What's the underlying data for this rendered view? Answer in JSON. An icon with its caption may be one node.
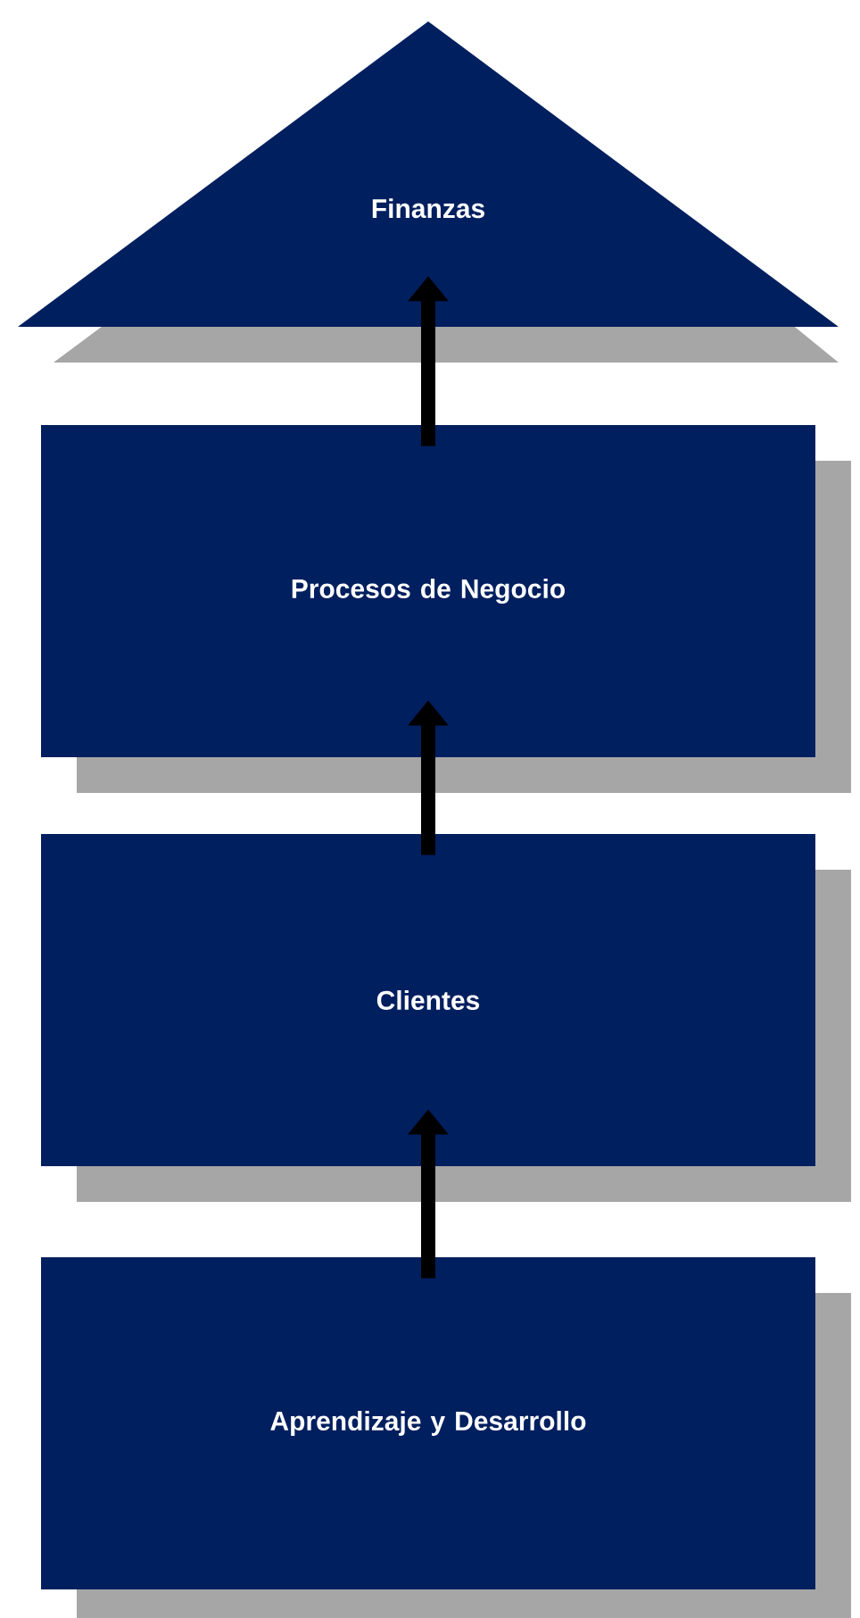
{
  "diagram": {
    "nodes": [
      {
        "text": [
          "Finanzas"
        ]
      },
      {
        "text": [
          "Procesos de Negocio"
        ]
      },
      {
        "text": [
          "Clientes"
        ]
      },
      {
        "text": [
          "Aprendizaje y Desarrollo"
        ]
      }
    ],
    "edges": [
      {
        "from": 1,
        "to": 0,
        "arrow": "to"
      },
      {
        "from": 2,
        "to": 1,
        "arrow": "to"
      },
      {
        "from": 3,
        "to": 2,
        "arrow": "to"
      }
    ]
  }
}
